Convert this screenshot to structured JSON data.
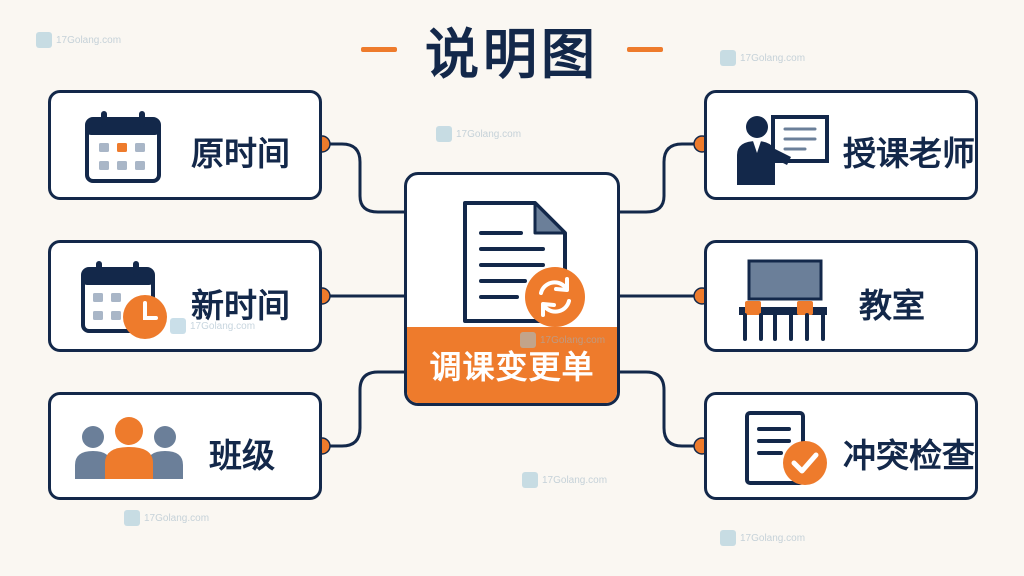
{
  "title": "说明图",
  "center": {
    "label": "调课变更单",
    "icon": "document-refresh-icon"
  },
  "left_items": [
    {
      "label": "原时间",
      "icon": "calendar-icon"
    },
    {
      "label": "新时间",
      "icon": "calendar-clock-icon"
    },
    {
      "label": "班级",
      "icon": "group-icon"
    }
  ],
  "right_items": [
    {
      "label": "授课老师",
      "icon": "teacher-icon"
    },
    {
      "label": "教室",
      "icon": "classroom-icon"
    },
    {
      "label": "冲突检查",
      "icon": "checklist-icon"
    }
  ],
  "watermark": "17Golang.com",
  "colors": {
    "navy": "#13284a",
    "orange": "#ee7b2c",
    "slate": "#6b7f99",
    "background": "#faf7f2"
  }
}
